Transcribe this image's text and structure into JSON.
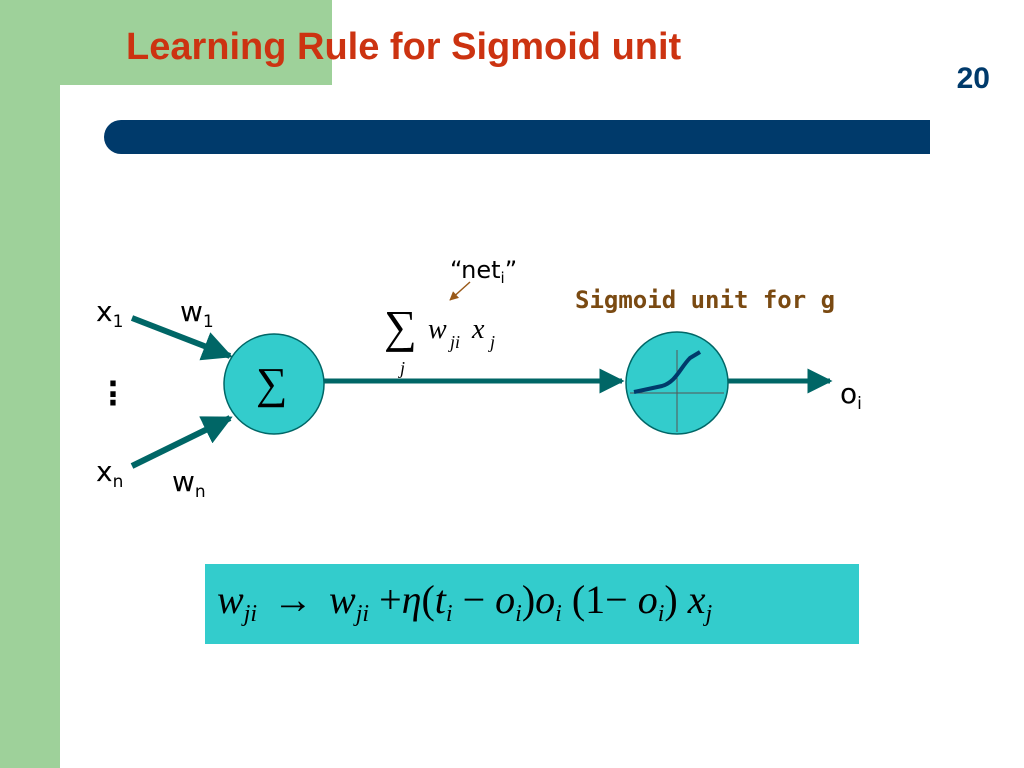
{
  "slide": {
    "title": "Learning Rule for Sigmoid unit",
    "page_number": "20"
  },
  "diagram": {
    "inputs": [
      {
        "name": "x",
        "sub": "1",
        "weight": "w",
        "weight_sub": "1"
      },
      {
        "name": "x",
        "sub": "n",
        "weight": "w",
        "weight_sub": "n"
      }
    ],
    "ellipsis": ":",
    "sum_symbol": "∑",
    "net_label": {
      "open": "“net",
      "sub": "i",
      "close": "”"
    },
    "sum_formula": {
      "sigma": "∑",
      "index": "j",
      "w": "w",
      "w_sub": "ji",
      "x": "x",
      "x_sub": "j"
    },
    "sigmoid_label": "Sigmoid unit for g",
    "output": {
      "name": "o",
      "sub": "i"
    }
  },
  "rule": {
    "w": "w",
    "ji": "ji",
    "arrow": "→",
    "plus": "+",
    "eta": "η",
    "lparen": "(",
    "rparen": ")",
    "t": "t",
    "i": "i",
    "minus": "−",
    "o": "o",
    "one": "1",
    "x": "x",
    "j": "j"
  },
  "colors": {
    "accent_title": "#cc3311",
    "bar": "#003a6b",
    "node_fill": "#33cccc",
    "arrow": "#006666",
    "green": "#9ed19a",
    "sigmoid_label": "#7a4a12"
  }
}
